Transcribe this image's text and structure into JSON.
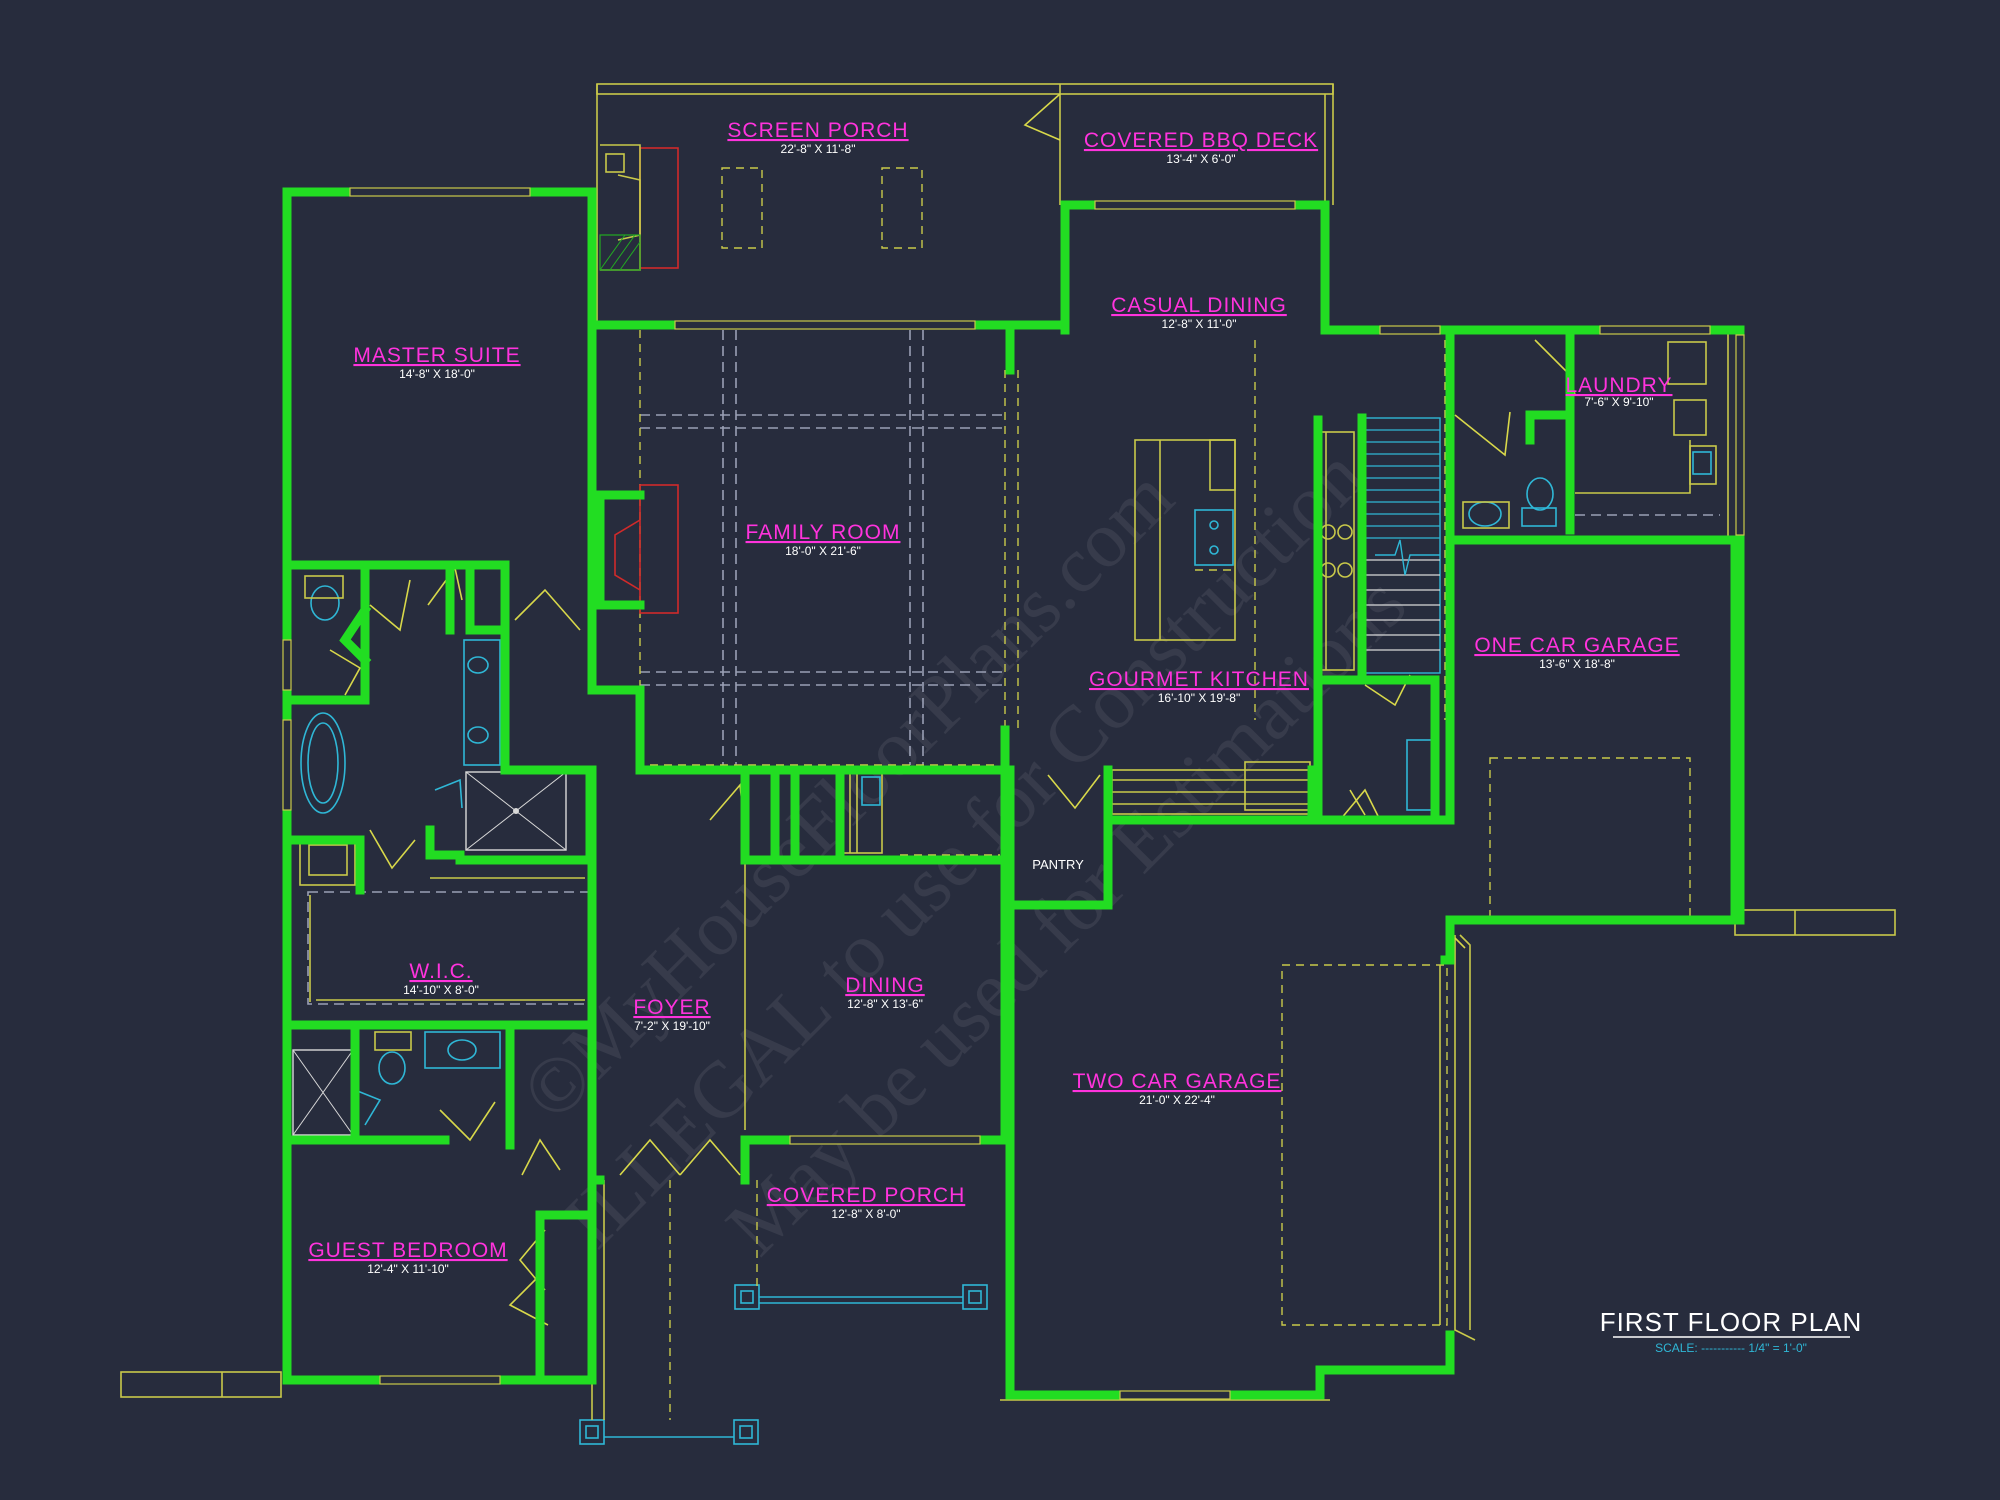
{
  "rooms": [
    {
      "id": "screen-porch",
      "name": "SCREEN PORCH",
      "dims": "22'-8\" X 11'-8\""
    },
    {
      "id": "covered-bbq-deck",
      "name": "COVERED BBQ DECK",
      "dims": "13'-4\" X 6'-0\""
    },
    {
      "id": "casual-dining",
      "name": "CASUAL DINING",
      "dims": "12'-8\" X 11'-0\""
    },
    {
      "id": "master-suite",
      "name": "MASTER SUITE",
      "dims": "14'-8\" X 18'-0\""
    },
    {
      "id": "laundry",
      "name": "LAUNDRY",
      "dims": "7'-6\" X 9'-10\""
    },
    {
      "id": "family-room",
      "name": "FAMILY ROOM",
      "dims": "18'-0\" X 21'-6\""
    },
    {
      "id": "one-car-garage",
      "name": "ONE CAR GARAGE",
      "dims": "13'-6\" X 18'-8\""
    },
    {
      "id": "gourmet-kitchen",
      "name": "GOURMET KITCHEN",
      "dims": "16'-10\" X 19'-8\""
    },
    {
      "id": "wic",
      "name": "W.I.C.",
      "dims": "14'-10\" X 8'-0\""
    },
    {
      "id": "dining",
      "name": "DINING",
      "dims": "12'-8\" X 13'-6\""
    },
    {
      "id": "foyer",
      "name": "FOYER",
      "dims": "7'-2\" X 19'-10\""
    },
    {
      "id": "two-car-garage",
      "name": "TWO CAR GARAGE",
      "dims": "21'-0\" X 22'-4\""
    },
    {
      "id": "covered-porch",
      "name": "COVERED PORCH",
      "dims": "12'-8\" X 8'-0\""
    },
    {
      "id": "guest-bedroom",
      "name": "GUEST BEDROOM",
      "dims": "12'-4\" X 11'-10\""
    }
  ],
  "pantry_label": "PANTRY",
  "title_block": {
    "title": "FIRST FLOOR PLAN",
    "scale": "SCALE: ----------- 1/4\" = 1'-0\""
  },
  "watermark": {
    "line1": "©MyHouseFloorPlans.com",
    "line2": "ILLEGAL to use for Construction",
    "line3": "May be used for Estimations"
  },
  "colors": {
    "background": "#272c3d",
    "walls": "#22dd22",
    "labels": "#ff33dd",
    "linework": "#c9c94a",
    "fixtures": "#2fb7d6"
  }
}
